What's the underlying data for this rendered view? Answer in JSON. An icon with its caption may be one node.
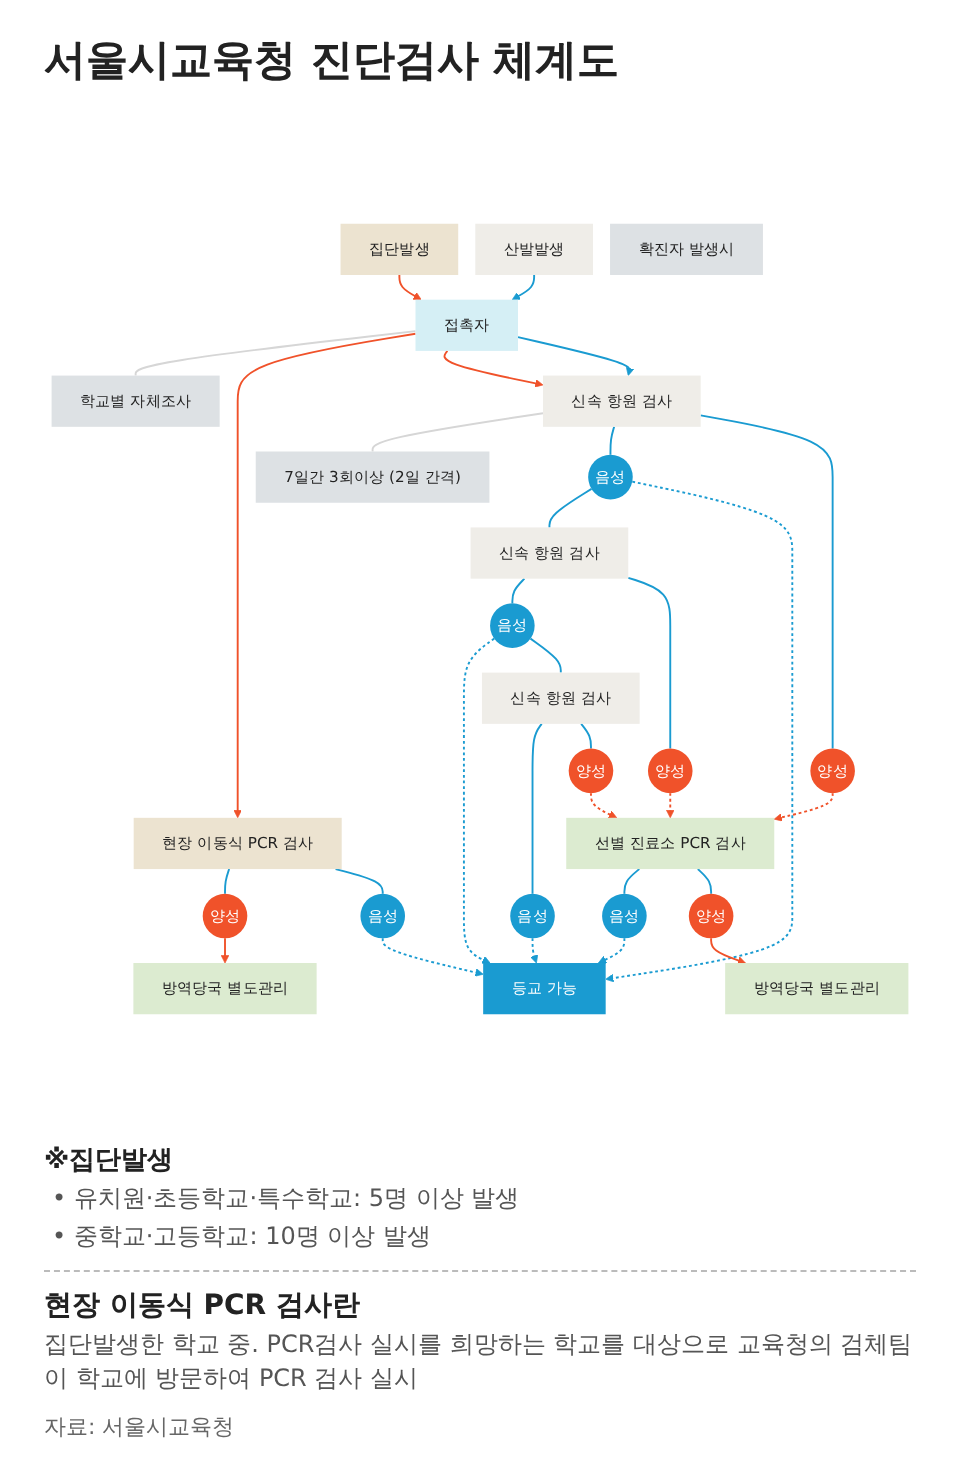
{
  "diagram": {
    "title": "서울시교육청 진단검사 체계도",
    "nodes": [
      {
        "text": [
          "집단발생"
        ]
      },
      {
        "text": [
          "산발발생"
        ]
      },
      {
        "text": [
          "확진자 발생시"
        ]
      },
      {
        "text": [
          "접촉자"
        ]
      },
      {
        "text": [
          "학교별 자체조사"
        ]
      },
      {
        "text": [
          "현장 이동식 PCR 검사"
        ]
      },
      {
        "text": [
          "신속 항원 검사"
        ]
      },
      {
        "text": [
          "7일간 3회이상 (2일 간격)"
        ]
      },
      {
        "text": [
          "양성"
        ]
      },
      {
        "text": [
          "음성"
        ]
      },
      {
        "text": [
          "음성"
        ]
      },
      {
        "text": [
          "양성"
        ]
      },
      {
        "text": [
          "방역당국 별도관리"
        ]
      },
      {
        "text": [
          "신속 항원 검사"
        ]
      },
      {
        "text": [
          "등교 가능"
        ]
      },
      {
        "text": [
          "음성"
        ]
      },
      {
        "text": [
          "양성"
        ]
      },
      {
        "text": [
          "선별 진료소 PCR 검사"
        ]
      },
      {
        "text": [
          "신속 항원 검사"
        ]
      },
      {
        "text": [
          "음성"
        ]
      },
      {
        "text": [
          "양성"
        ]
      },
      {
        "text": [
          "음성"
        ]
      },
      {
        "text": [
          "양성"
        ]
      },
      {
        "text": [
          "방역당국 별도관리"
        ]
      }
    ],
    "edges": [
      {
        "from": 0,
        "to": 3,
        "arrow": "to",
        "color": "#f0522a"
      },
      {
        "from": 1,
        "to": 3,
        "arrow": "to"
      },
      {
        "from": 3,
        "to": 4,
        "arrow": "none",
        "color": "#d6d6d6"
      },
      {
        "from": 3,
        "to": 5,
        "arrow": "to",
        "color": "#f0522a"
      },
      {
        "from": 3,
        "to": 6,
        "arrow": "to",
        "color": "#f0522a"
      },
      {
        "from": 3,
        "to": 6,
        "arrow": "to"
      },
      {
        "from": 6,
        "to": 7,
        "arrow": "none",
        "color": "#d6d6d6"
      },
      {
        "from": 5,
        "to": 8,
        "arrow": "none"
      },
      {
        "from": 5,
        "to": 9,
        "arrow": "none"
      },
      {
        "from": 6,
        "to": 10,
        "arrow": "none"
      },
      {
        "from": 6,
        "to": 11,
        "arrow": "none"
      },
      {
        "from": 8,
        "to": 12,
        "arrow": "to",
        "color": "#f0522a"
      },
      {
        "from": 9,
        "to": 14,
        "arrow": "to",
        "style": "dashed"
      },
      {
        "from": 10,
        "to": 13,
        "arrow": "none"
      },
      {
        "from": 10,
        "to": 14,
        "arrow": "to",
        "style": "dashed"
      },
      {
        "from": 11,
        "to": 17,
        "arrow": "to",
        "style": "dashed",
        "color": "#f0522a"
      },
      {
        "from": 13,
        "to": 15,
        "arrow": "none"
      },
      {
        "from": 13,
        "to": 16,
        "arrow": "none"
      },
      {
        "from": 15,
        "to": 14,
        "arrow": "to",
        "style": "dashed"
      },
      {
        "from": 16,
        "to": 17,
        "arrow": "to",
        "style": "dashed",
        "color": "#f0522a"
      },
      {
        "from": 15,
        "to": 18,
        "arrow": "none"
      },
      {
        "from": 18,
        "to": 19,
        "arrow": "none"
      },
      {
        "from": 18,
        "to": 20,
        "arrow": "none"
      },
      {
        "from": 19,
        "to": 14,
        "arrow": "to",
        "style": "dashed"
      },
      {
        "from": 20,
        "to": 17,
        "arrow": "to",
        "style": "dashed",
        "color": "#f0522a"
      },
      {
        "from": 17,
        "to": 21,
        "arrow": "none"
      },
      {
        "from": 17,
        "to": 22,
        "arrow": "none"
      },
      {
        "from": 21,
        "to": 14,
        "arrow": "to",
        "style": "dashed"
      },
      {
        "from": 22,
        "to": 23,
        "arrow": "to",
        "color": "#f0522a"
      }
    ],
    "labels": [
      "※집단발생",
      "• 유치원·초등학교·특수학교: 5명 이상 발생",
      "• 중학교·고등학교: 10명 이상 발생",
      "현장 이동식 PCR 검사란",
      "집단발생한 학교 중. PCR검사 실시를 희망하는 학교를 대상으로 교육청의 검체팀이 학교에 방문하여 PCR 검사 실시",
      "자료: 서울시교육청"
    ]
  }
}
